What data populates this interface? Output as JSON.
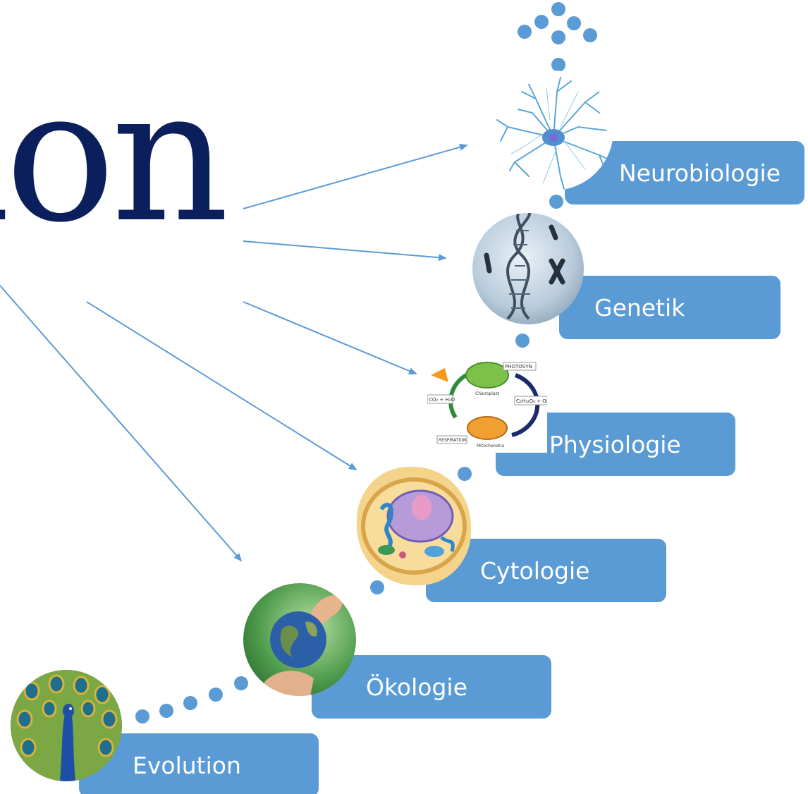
{
  "title": "ion",
  "topics": [
    {
      "id": "neurobiologie",
      "label": "Neurobiologie",
      "icon": "neuron-icon"
    },
    {
      "id": "genetik",
      "label": "Genetik",
      "icon": "dna-icon"
    },
    {
      "id": "physiologie",
      "label": "Physiologie",
      "icon": "photosynthesis-respiration-cycle-icon"
    },
    {
      "id": "cytologie",
      "label": "Cytologie",
      "icon": "cell-icon"
    },
    {
      "id": "oekologie",
      "label": "Ökologie",
      "icon": "earth-in-hands-icon"
    },
    {
      "id": "evolution",
      "label": "Evolution",
      "icon": "peacock-icon"
    }
  ],
  "cycle_labels": {
    "photosyn": "PHOTOSYN",
    "chloroplast": "Chloroplast",
    "co2": "CO₂ + H₂O",
    "glucose": "C₆H₁₂O₆ + O₂",
    "respiration": "RESPIRATION",
    "mitochondria": "Mitochondria"
  },
  "colors": {
    "accent": "#5b9bd5",
    "title": "#0b1f5c",
    "box_text": "#ffffff"
  }
}
